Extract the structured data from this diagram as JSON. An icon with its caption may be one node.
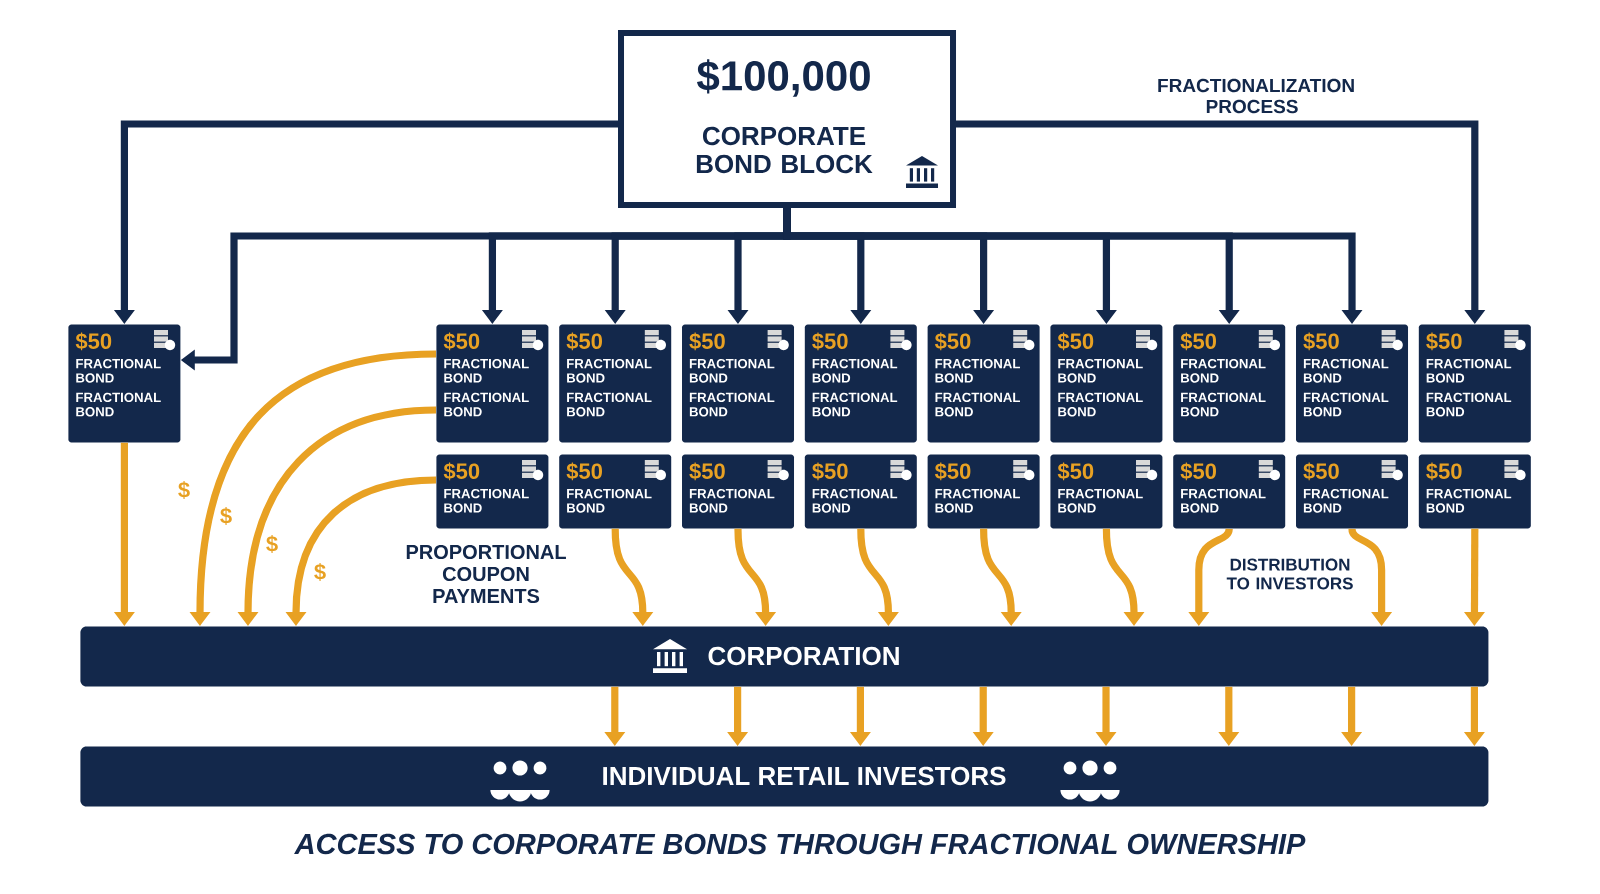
{
  "diagram": {
    "caption": "ACCESS TO CORPORATE BONDS THROUGH FRACTIONAL OWNERSHIP",
    "nodes": [
      {
        "text": [
          "$100,000",
          "CORPORATE BOND BLOCK"
        ]
      },
      {
        "text": [
          "$50",
          "FRACTIONAL BOND",
          "FRACTIONAL BOND"
        ]
      },
      {
        "text": [
          "$50",
          "FRACTIONAL BOND",
          "FRACTIONAL BOND"
        ]
      },
      {
        "text": [
          "$50",
          "FRACTIONAL BOND",
          "FRACTIONAL BOND"
        ]
      },
      {
        "text": [
          "$50",
          "FRACTIONAL BOND",
          "FRACTIONAL BOND"
        ]
      },
      {
        "text": [
          "$50",
          "FRACTIONAL BOND",
          "FRACTIONAL BOND"
        ]
      },
      {
        "text": [
          "$50",
          "FRACTIONAL BOND",
          "FRACTIONAL BOND"
        ]
      },
      {
        "text": [
          "$50",
          "FRACTIONAL BOND",
          "FRACTIONAL BOND"
        ]
      },
      {
        "text": [
          "$50",
          "FRACTIONAL BOND",
          "FRACTIONAL BOND"
        ]
      },
      {
        "text": [
          "$50",
          "FRACTIONAL BOND",
          "FRACTIONAL BOND"
        ]
      },
      {
        "text": [
          "$50",
          "FRACTIONAL BOND",
          "FRACTIONAL BOND"
        ]
      },
      {
        "text": [
          "$50",
          "FRACTIONAL BOND"
        ]
      },
      {
        "text": [
          "$50",
          "FRACTIONAL BOND"
        ]
      },
      {
        "text": [
          "$50",
          "FRACTIONAL BOND"
        ]
      },
      {
        "text": [
          "$50",
          "FRACTIONAL BOND"
        ]
      },
      {
        "text": [
          "$50",
          "FRACTIONAL BOND"
        ]
      },
      {
        "text": [
          "$50",
          "FRACTIONAL BOND"
        ]
      },
      {
        "text": [
          "$50",
          "FRACTIONAL BOND"
        ]
      },
      {
        "text": [
          "$50",
          "FRACTIONAL BOND"
        ]
      },
      {
        "text": [
          "$50",
          "FRACTIONAL BOND"
        ]
      },
      {
        "text": [
          "CORPORATION"
        ]
      },
      {
        "text": [
          "INDIVIDUAL RETAIL INVESTORS"
        ]
      }
    ],
    "edges": [
      {
        "from": 0,
        "to": 1,
        "arrow": "to",
        "color": "#13284b"
      },
      {
        "from": 0,
        "to": 1,
        "arrow": "to",
        "color": "#13284b"
      },
      {
        "from": 0,
        "to": 2,
        "arrow": "to",
        "color": "#13284b"
      },
      {
        "from": 0,
        "to": 3,
        "arrow": "to",
        "color": "#13284b"
      },
      {
        "from": 0,
        "to": 4,
        "arrow": "to",
        "color": "#13284b"
      },
      {
        "from": 0,
        "to": 5,
        "arrow": "to",
        "color": "#13284b"
      },
      {
        "from": 0,
        "to": 6,
        "arrow": "to",
        "color": "#13284b"
      },
      {
        "from": 0,
        "to": 7,
        "arrow": "to",
        "color": "#13284b"
      },
      {
        "from": 0,
        "to": 8,
        "arrow": "to",
        "color": "#13284b"
      },
      {
        "from": 0,
        "to": 9,
        "arrow": "to",
        "color": "#13284b"
      },
      {
        "from": 0,
        "to": 10,
        "arrow": "to",
        "color": "#13284b"
      },
      {
        "from": 1,
        "to": 20,
        "arrow": "to"
      },
      {
        "from": 2,
        "to": 20,
        "arrow": "to"
      },
      {
        "from": 2,
        "to": 20,
        "arrow": "to"
      },
      {
        "from": 11,
        "to": 20,
        "arrow": "to"
      },
      {
        "from": 12,
        "to": 20,
        "arrow": "to"
      },
      {
        "from": 13,
        "to": 20,
        "arrow": "to"
      },
      {
        "from": 14,
        "to": 20,
        "arrow": "to"
      },
      {
        "from": 15,
        "to": 20,
        "arrow": "to"
      },
      {
        "from": 16,
        "to": 20,
        "arrow": "to"
      },
      {
        "from": 17,
        "to": 20,
        "arrow": "to"
      },
      {
        "from": 18,
        "to": 20,
        "arrow": "to"
      },
      {
        "from": 19,
        "to": 20,
        "arrow": "to"
      },
      {
        "from": 20,
        "to": 21,
        "arrow": "to"
      },
      {
        "from": 20,
        "to": 21,
        "arrow": "to"
      },
      {
        "from": 20,
        "to": 21,
        "arrow": "to"
      },
      {
        "from": 20,
        "to": 21,
        "arrow": "to"
      },
      {
        "from": 20,
        "to": 21,
        "arrow": "to"
      },
      {
        "from": 20,
        "to": 21,
        "arrow": "to"
      },
      {
        "from": 20,
        "to": 21,
        "arrow": "to"
      },
      {
        "from": 20,
        "to": 21,
        "arrow": "to"
      }
    ],
    "labels": [
      "FRACTIONALIZATION PROCESS",
      "$",
      "$",
      "$",
      "$",
      "PROPORTIONAL COUPON PAYMENTS",
      "DISTRIBUTION TO INVESTORS"
    ]
  }
}
